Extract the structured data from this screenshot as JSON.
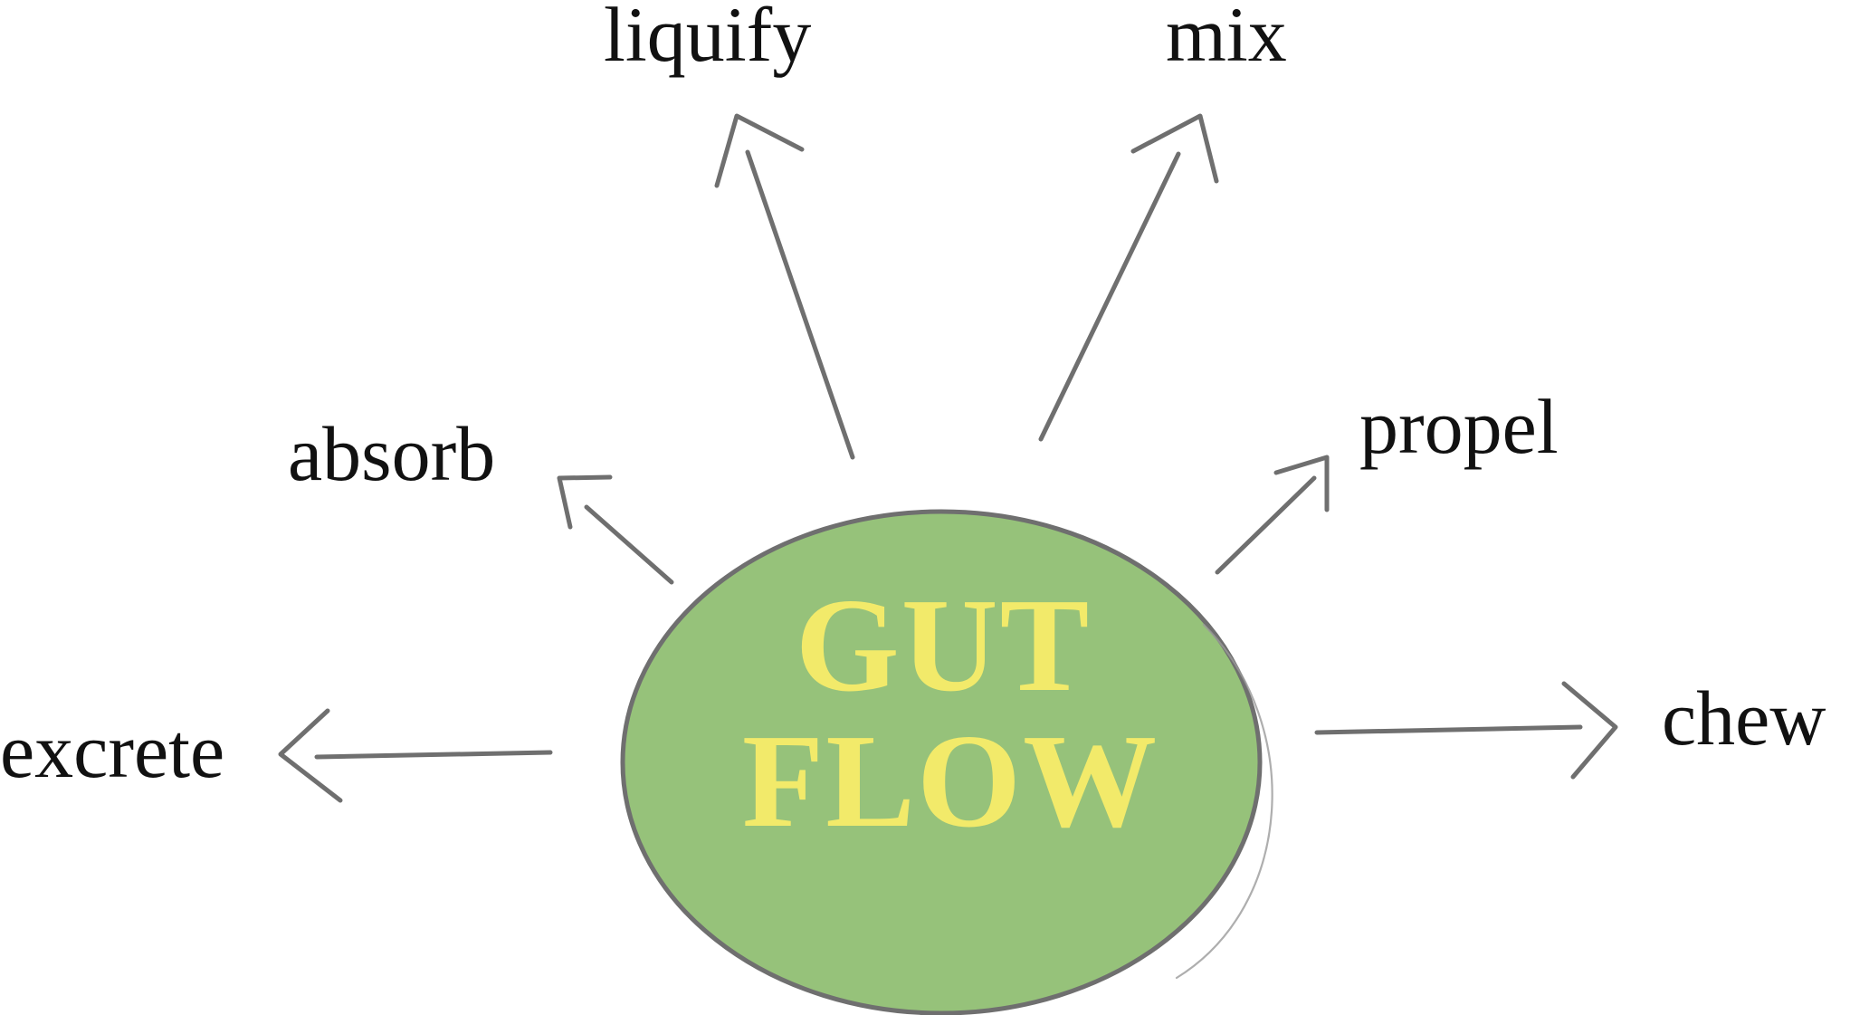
{
  "diagram": {
    "center": {
      "line1": "GUT",
      "line2": "FLOW",
      "fill_color": "#96c27a",
      "text_color": "#f2ea6a",
      "outline_color": "#6f6f6f"
    },
    "labels": {
      "liquify": "liquify",
      "mix": "mix",
      "absorb": "absorb",
      "propel": "propel",
      "excrete": "excrete",
      "chew": "chew"
    }
  }
}
